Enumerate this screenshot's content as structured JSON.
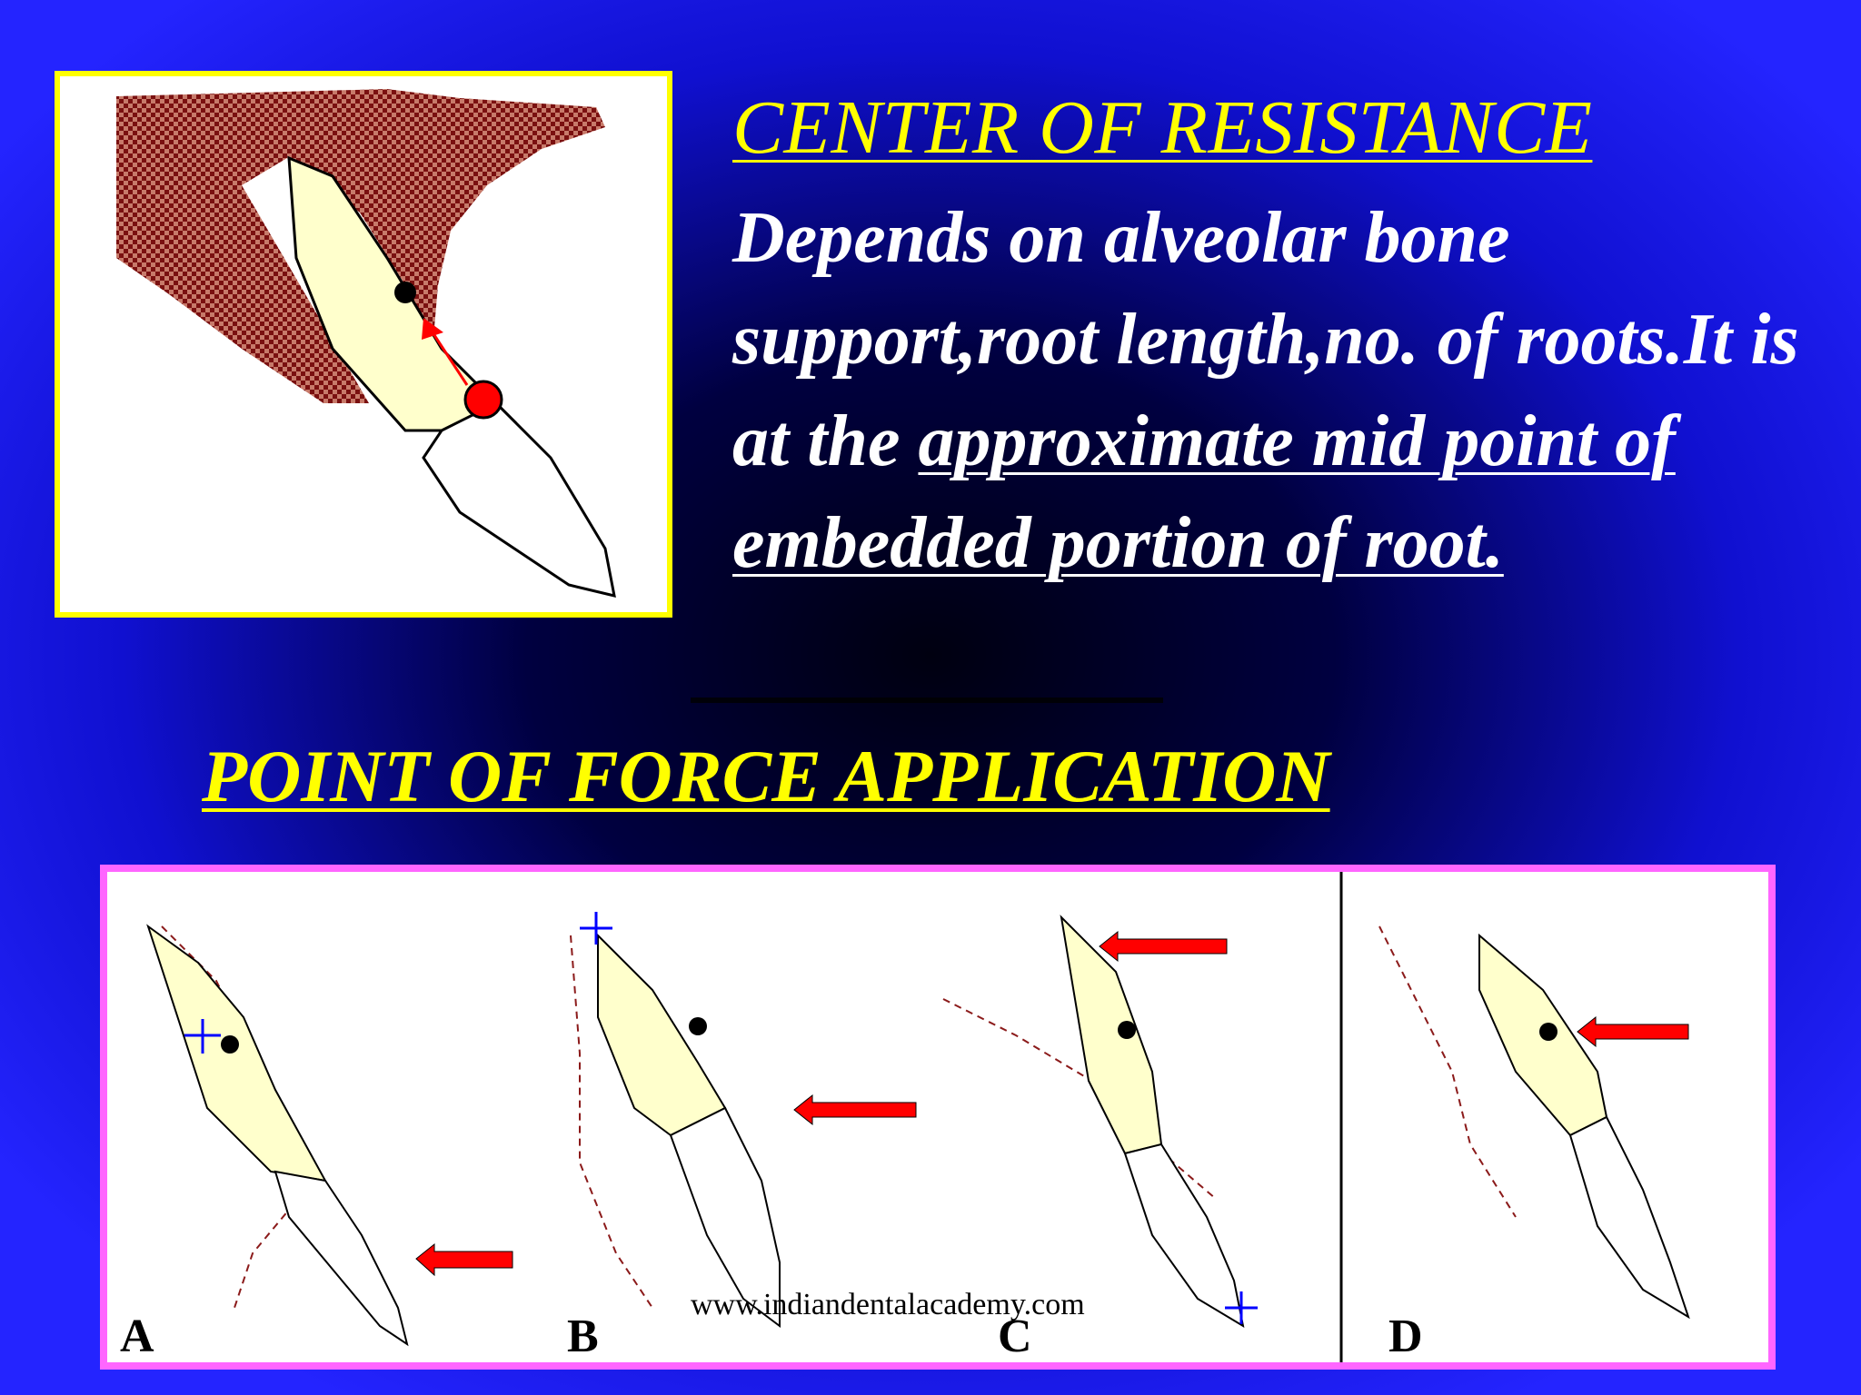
{
  "center_of_resistance": {
    "title": "CENTER OF RESISTANCE",
    "text_plain": "Depends on alveolar bone support,root length,no. of roots.It is at the ",
    "text_underlined": "approximate mid point of embedded portion of root."
  },
  "point_of_force": {
    "title": "POINT OF FORCE APPLICATION"
  },
  "panels": {
    "a": "A",
    "b": "B",
    "c": "C",
    "d": "D"
  },
  "watermark": "www.indiandentalacademy.com",
  "colors": {
    "background": "#1a1aff",
    "title_yellow": "#ffff00",
    "body_text": "#ffffff",
    "figure_border_top": "#ffff00",
    "figure_border_bottom": "#ff66ff",
    "bone": "#8b1a1a",
    "tooth_crown": "#ffffcc",
    "force_arrow": "#ff0000"
  }
}
